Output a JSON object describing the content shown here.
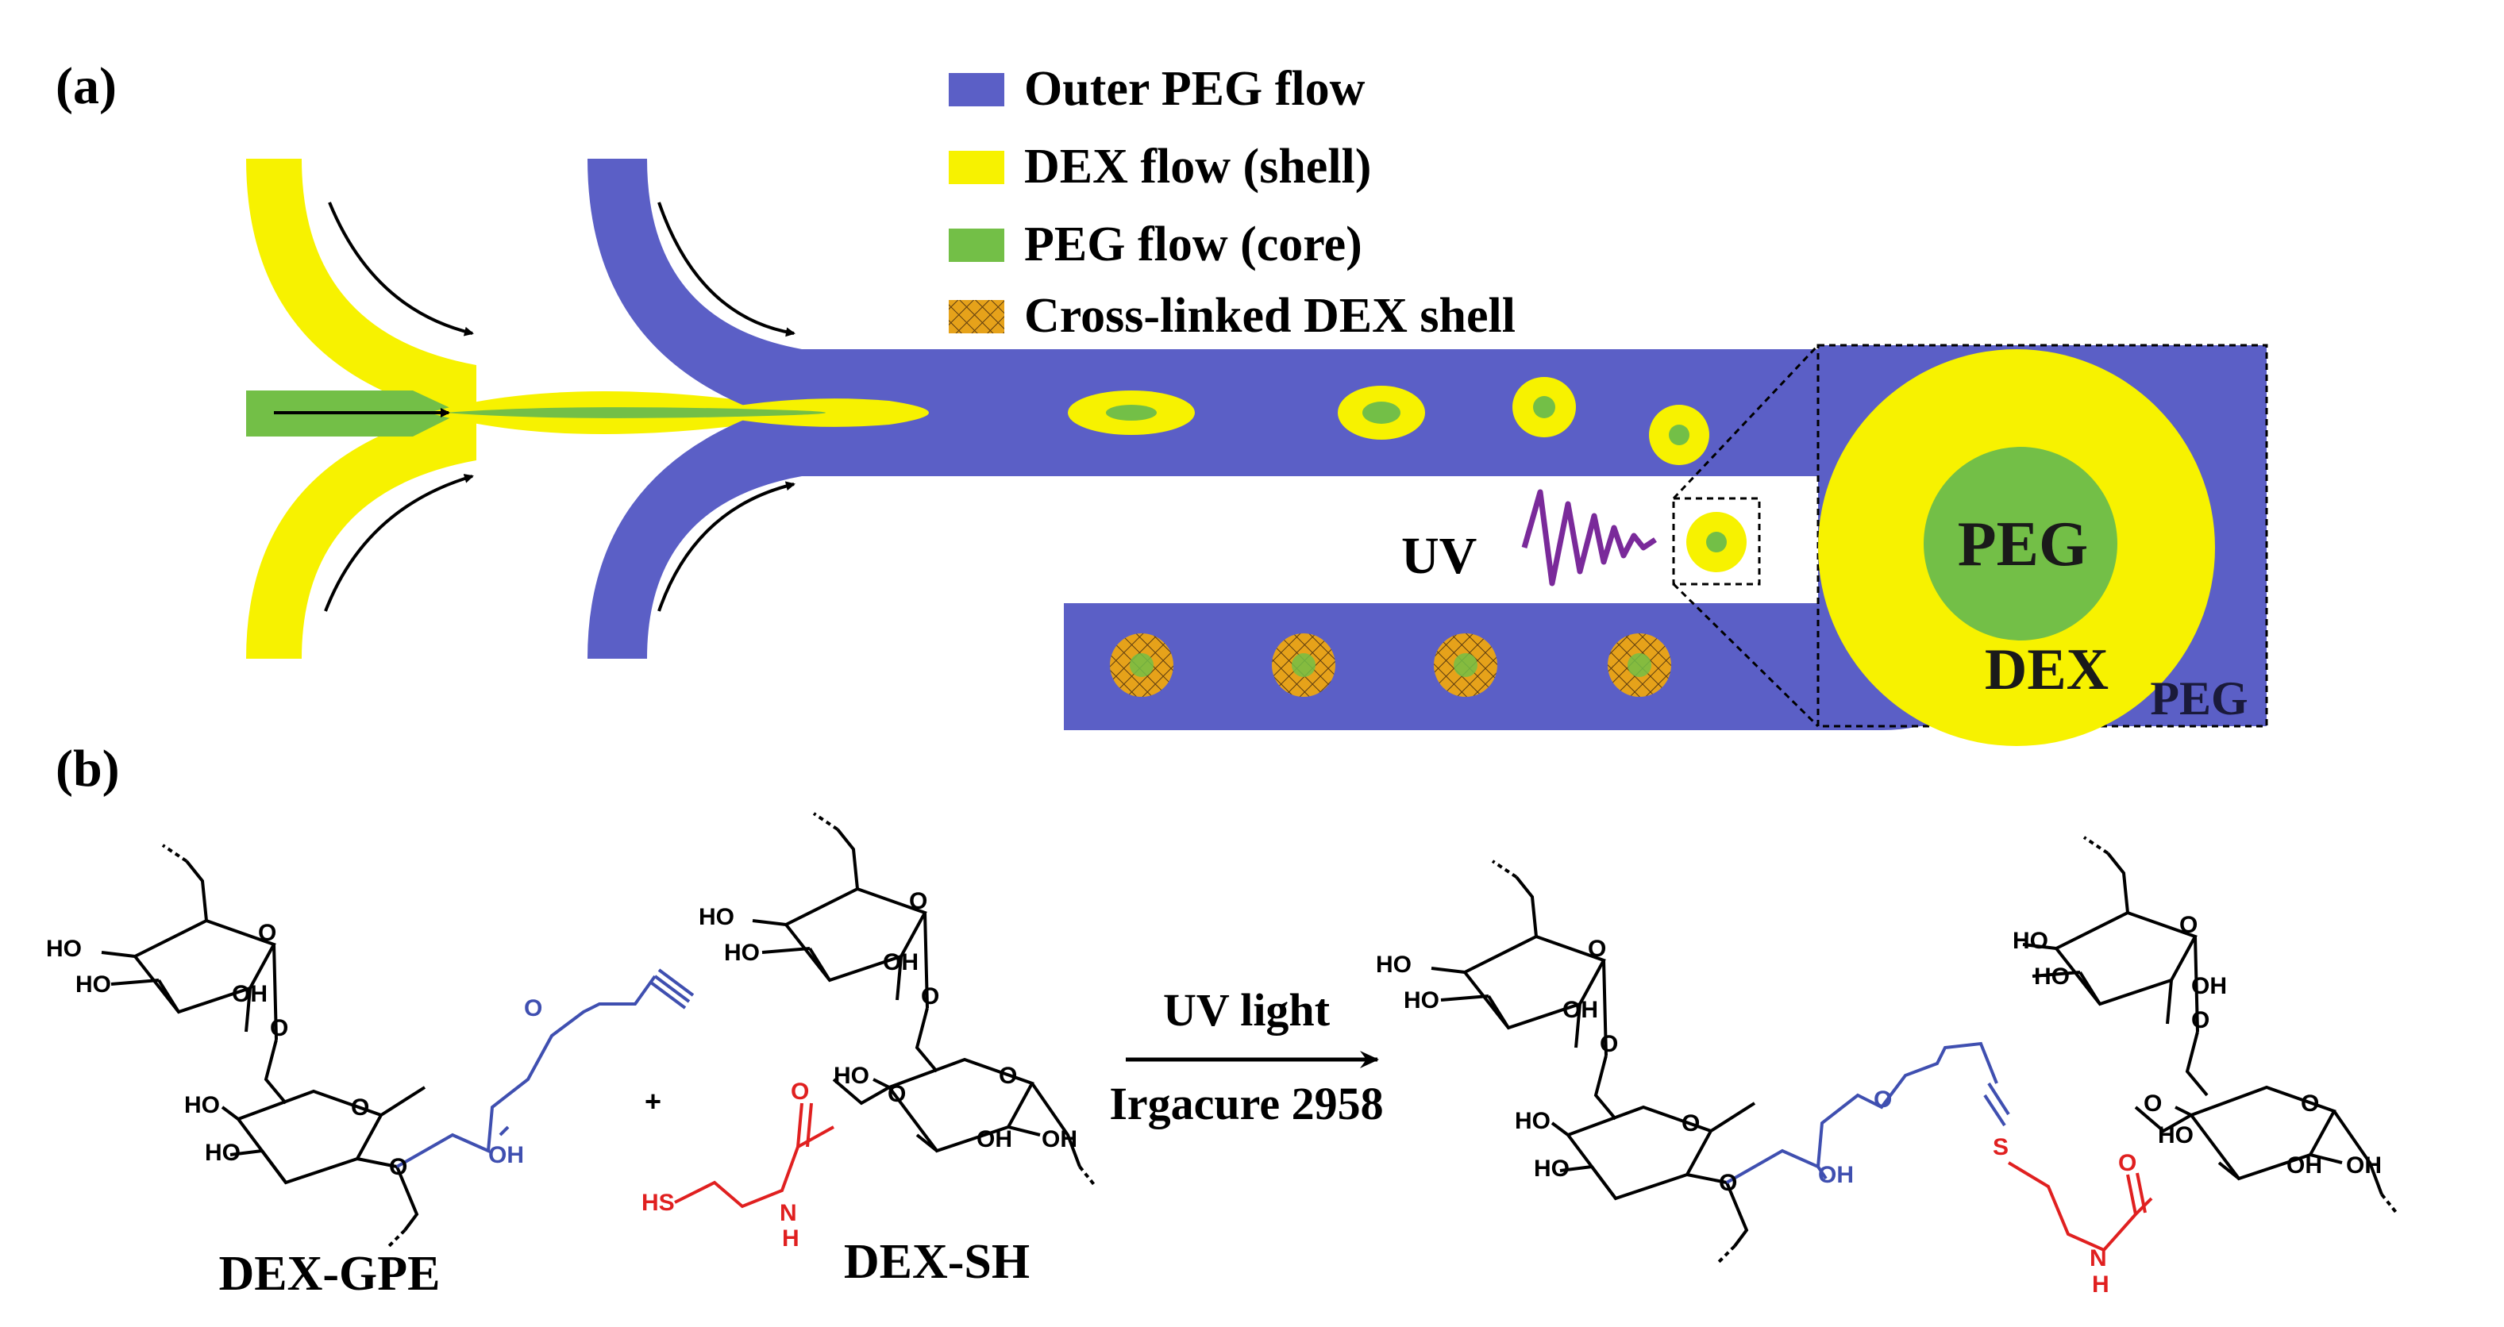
{
  "panel_a": {
    "label": "(a)",
    "legend": [
      {
        "text": "Outer PEG flow",
        "swatch": "outer-peg"
      },
      {
        "text": "DEX flow (shell)",
        "swatch": "dex"
      },
      {
        "text": "PEG flow (core)",
        "swatch": "core"
      },
      {
        "text": "Cross-linked DEX shell",
        "swatch": "crosslinked"
      }
    ],
    "uv_label": "UV",
    "inset": {
      "core_label": "PEG",
      "shell_label": "DEX",
      "outer_label": "PEG"
    }
  },
  "panel_b": {
    "label": "(b)",
    "arrow_top": "UV light",
    "arrow_bottom": "Irgacure 2958",
    "plus": "+",
    "molecule_1": "DEX-GPE",
    "molecule_2": "DEX-SH",
    "atoms": {
      "ho": "HO",
      "oh": "OH",
      "o": "O",
      "sh": "HS",
      "n": "N",
      "h": "H",
      "s": "S"
    }
  },
  "colors": {
    "outer_peg": "#5b5fc6",
    "dex": "#f7f200",
    "core": "#73bf47",
    "crosslink": "#e6a21a",
    "uv": "#7a2a9a",
    "blue_chem": "#3f4fb0",
    "red_chem": "#e02020"
  }
}
